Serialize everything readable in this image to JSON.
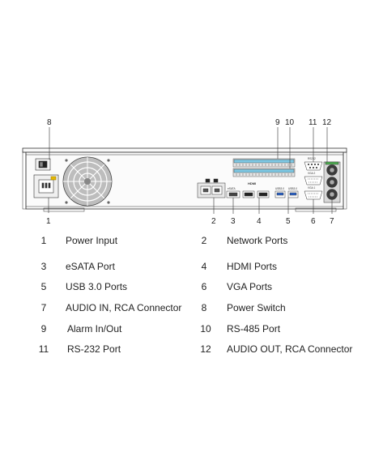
{
  "callouts": {
    "c1": "1",
    "c2": "2",
    "c3": "3",
    "c4": "4",
    "c5": "5",
    "c6": "6",
    "c7": "7",
    "c8": "8",
    "c9": "9",
    "c10": "10",
    "c11": "11",
    "c12": "12"
  },
  "panel_labels": {
    "hdmi": "HDMI",
    "esata": "eSATA",
    "usb3_a": "USB3.0",
    "usb3_b": "USB3.0",
    "rs232": "RS232",
    "vga_a": "VGA 2",
    "vga_b": "VGA 1"
  },
  "legend": [
    {
      "num": "1",
      "label": "Power Input"
    },
    {
      "num": "2",
      "label": "Network Ports"
    },
    {
      "num": "3",
      "label": "eSATA Port"
    },
    {
      "num": "4",
      "label": "HDMI Ports"
    },
    {
      "num": "5",
      "label": "USB 3.0 Ports"
    },
    {
      "num": "6",
      "label": "VGA Ports"
    },
    {
      "num": "7",
      "label": "AUDIO IN, RCA Connector"
    },
    {
      "num": "8",
      "label": "Power Switch"
    },
    {
      "num": "9",
      "label": "Alarm In/Out"
    },
    {
      "num": "10",
      "label": "RS-485 Port"
    },
    {
      "num": "11",
      "label": "RS-232 Port"
    },
    {
      "num": "12",
      "label": "AUDIO OUT, RCA Connector"
    }
  ]
}
